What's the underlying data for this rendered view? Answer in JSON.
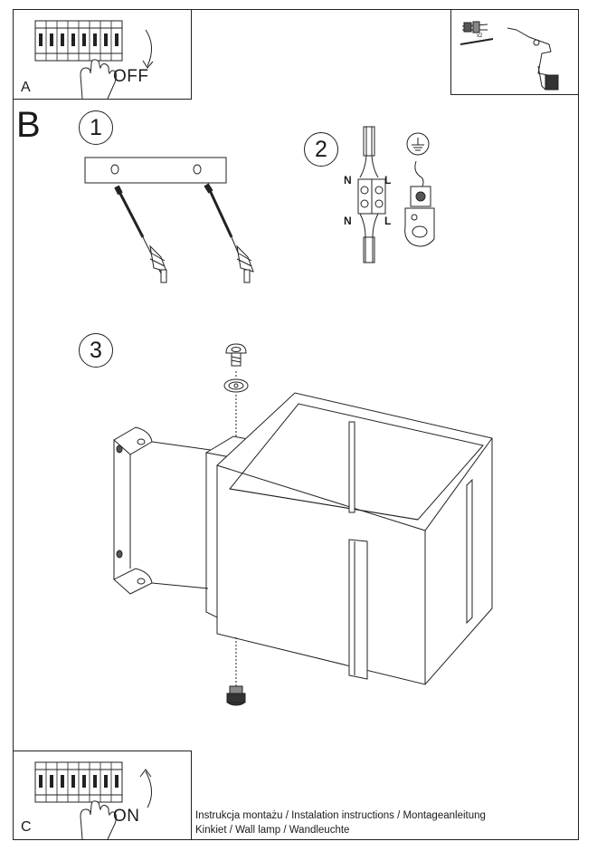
{
  "panels": {
    "a": {
      "letter": "A",
      "action": "OFF"
    },
    "b": {
      "letter": "B"
    },
    "c": {
      "letter": "C",
      "action": "ON"
    }
  },
  "steps": [
    "1",
    "2",
    "3"
  ],
  "wiring": {
    "n_top": "N",
    "l_top": "L",
    "n_bottom": "N",
    "l_bottom": "L"
  },
  "tools": {
    "quantity": "x2"
  },
  "caption": {
    "line1": "Instrukcja montażu / Instalation instructions / Montageanleitung",
    "line2": "Kinkiet  / Wall lamp / Wandleuchte"
  }
}
